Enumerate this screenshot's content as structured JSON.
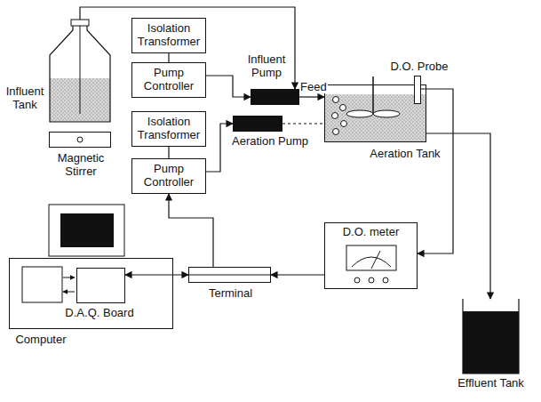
{
  "diagram": {
    "nodes": [
      {
        "text": [
          "Influent Tank"
        ]
      },
      {
        "text": [
          "Isolation Transformer"
        ]
      },
      {
        "text": [
          "Pump Controller"
        ]
      },
      {
        "text": [
          "Influent Pump"
        ]
      },
      {
        "text": [
          "Aeration Tank"
        ]
      },
      {
        "text": [
          "D.O. Probe"
        ]
      },
      {
        "text": [
          "Magnetic Stirrer"
        ]
      },
      {
        "text": [
          "Isolation Transformer"
        ]
      },
      {
        "text": [
          "Pump Controller"
        ]
      },
      {
        "text": [
          "Aeration Pump"
        ]
      },
      {
        "text": [
          "Computer"
        ]
      },
      {
        "text": [
          "D.A.Q. Board"
        ],
        "in": 10
      },
      {
        "text": [
          "Terminal"
        ]
      },
      {
        "text": [
          "D.O. meter"
        ]
      },
      {
        "text": [
          "Effluent Tank"
        ]
      }
    ],
    "edges": [
      {
        "from": 0,
        "to": 3,
        "arrow": "to"
      },
      {
        "from": 1,
        "to": 2,
        "arrow": "none"
      },
      {
        "from": 2,
        "to": 3,
        "arrow": "to"
      },
      {
        "from": 3,
        "to": 4,
        "label": "Feed",
        "arrow": "to"
      },
      {
        "from": 7,
        "to": 8,
        "arrow": "none"
      },
      {
        "from": 8,
        "to": 9,
        "arrow": "to"
      },
      {
        "from": 9,
        "to": 4,
        "arrow": "none"
      },
      {
        "from": 5,
        "to": 13,
        "arrow": "to"
      },
      {
        "from": 13,
        "to": 12,
        "arrow": "to"
      },
      {
        "from": 12,
        "to": 11,
        "arrow": "both"
      },
      {
        "from": 12,
        "to": 8,
        "arrow": "to"
      },
      {
        "from": 4,
        "to": 14,
        "arrow": "to"
      }
    ]
  }
}
